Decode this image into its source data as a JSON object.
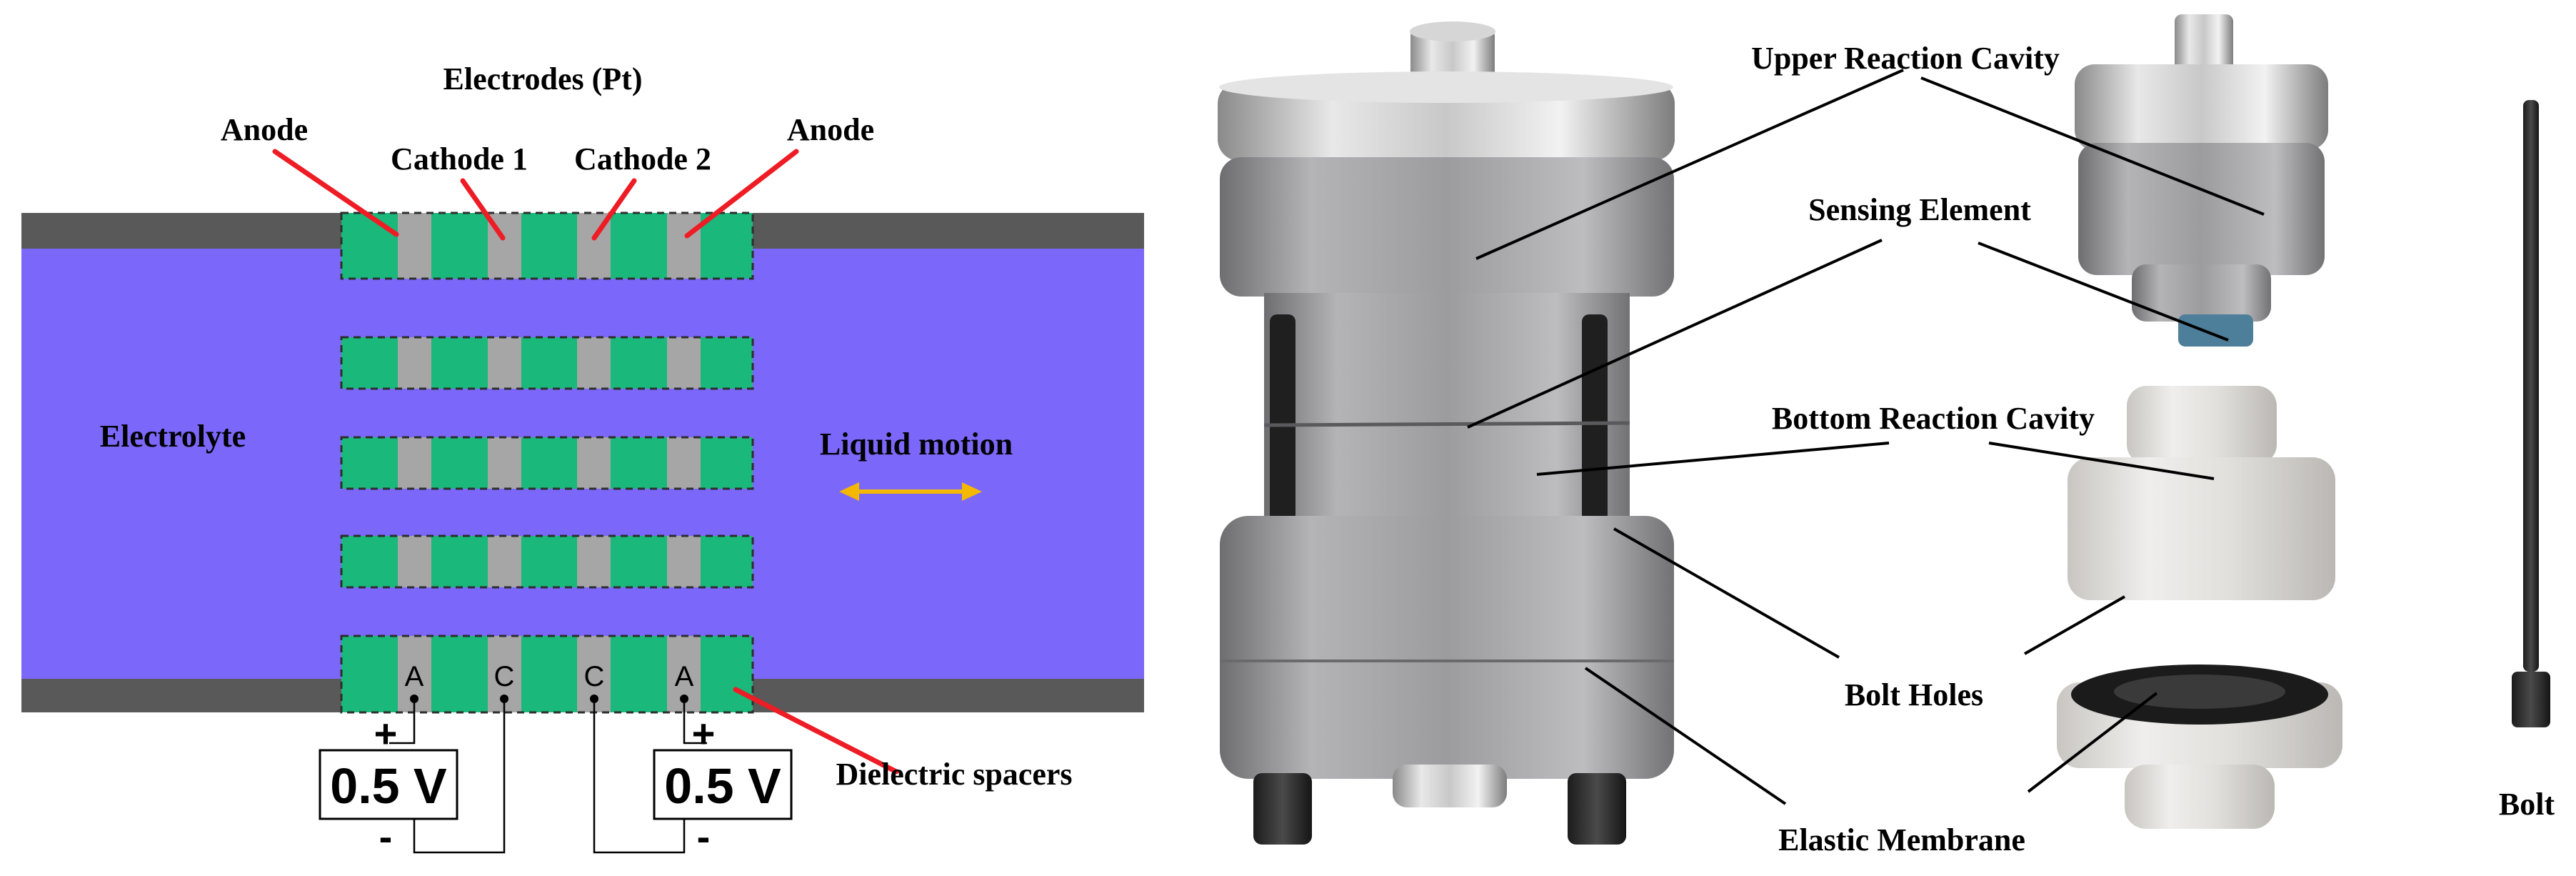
{
  "left_diagram": {
    "title": "Electrodes (Pt)",
    "anode_left": "Anode",
    "cathode_1": "Cathode 1",
    "cathode_2": "Cathode 2",
    "anode_right": "Anode",
    "electrolyte": "Electrolyte",
    "liquid_motion": "Liquid motion",
    "dielectric_spacers": "Dielectric spacers",
    "voltage_left": "0.5 V",
    "voltage_right": "0.5 V",
    "plus": "+",
    "minus": "-",
    "terminal_labels": [
      "A",
      "C",
      "C",
      "A"
    ],
    "colors": {
      "electrolyte": "#7b68fb",
      "channel_wall": "#595959",
      "dielectric": "#1ab87a",
      "electrode": "#a6a6a6",
      "pointer": "#ee1c24",
      "motion_arrow": "#f5b800"
    }
  },
  "right_photo": {
    "upper_reaction_cavity": "Upper Reaction Cavity",
    "sensing_element": "Sensing Element",
    "bottom_reaction_cavity": "Bottom Reaction Cavity",
    "bolt_holes": "Bolt Holes",
    "elastic_membrane": "Elastic Membrane",
    "bolt": "Bolt"
  }
}
